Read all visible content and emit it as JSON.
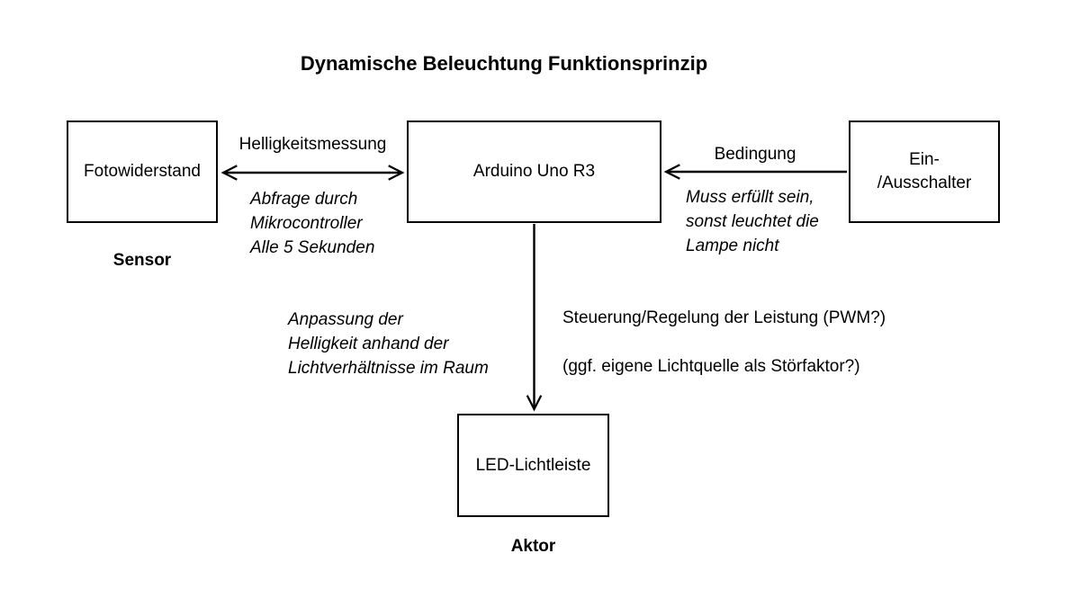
{
  "title": "Dynamische Beleuchtung Funktionsprinzip",
  "nodes": {
    "fotowiderstand": {
      "label": "Fotowiderstand",
      "caption": "Sensor"
    },
    "arduino": {
      "label": "Arduino Uno R3"
    },
    "einausschalter": {
      "label": "Ein-\n/Ausschalter"
    },
    "led": {
      "label": "LED-Lichtleiste",
      "caption": "Aktor"
    }
  },
  "edges": {
    "helligkeitsmessung": {
      "label": "Helligkeitsmessung",
      "note": "Abfrage durch\nMikrocontroller\nAlle 5 Sekunden",
      "direction": "bidirectional"
    },
    "bedingung": {
      "label": "Bedingung",
      "note": "Muss erfüllt sein,\nsonst leuchtet die\nLampe nicht",
      "direction": "einausschalter-to-arduino"
    },
    "steuerung": {
      "note_left": "Anpassung der\nHelligkeit anhand der\nLichtverhältnisse im Raum",
      "label_line1": "Steuerung/Regelung der Leistung (PWM?)",
      "label_line2": "(ggf. eigene Lichtquelle als Störfaktor?)",
      "direction": "arduino-to-led"
    }
  },
  "colors": {
    "line": "#000000",
    "text": "#000000",
    "background": "#ffffff"
  }
}
